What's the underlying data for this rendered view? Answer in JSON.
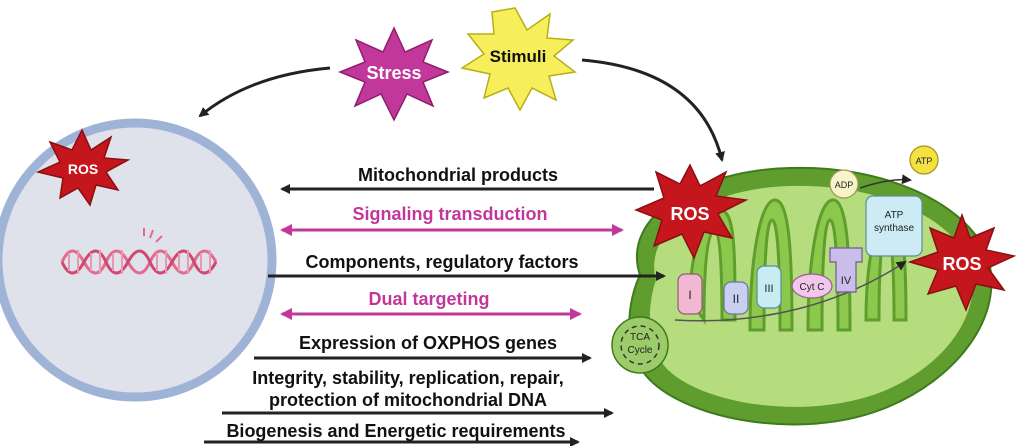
{
  "triggers": {
    "stress": "Stress",
    "stimuli": "Stimuli"
  },
  "ros_label": "ROS",
  "arrows": [
    {
      "text": "Mitochondrial products",
      "color": "#222222"
    },
    {
      "text": "Signaling transduction",
      "color": "#c2389a"
    },
    {
      "text": "Components, regulatory factors",
      "color": "#222222"
    },
    {
      "text": "Dual targeting",
      "color": "#c2389a"
    },
    {
      "text": "Expression of OXPHOS genes",
      "color": "#222222"
    },
    {
      "text": "Integrity, stability, replication, repair,",
      "color": "#222222"
    },
    {
      "text": "protection of mitochondrial DNA",
      "color": "#222222"
    },
    {
      "text": "Biogenesis and Energetic requirements",
      "color": "#222222"
    }
  ],
  "mito": {
    "complexes": [
      "I",
      "II",
      "III",
      "Cyt C",
      "IV"
    ],
    "atp_synthase": [
      "ATP",
      "synthase"
    ],
    "adp": "ADP",
    "atp": "ATP",
    "tca": [
      "TCA",
      "Cycle"
    ]
  },
  "colors": {
    "stress": "#c2389a",
    "stimuli": "#f6ee5a",
    "ros": "#c4161c",
    "nucleus_border": "#9fb3d6",
    "nucleus_fill": "#dfe2ea",
    "dna": "#e26a8c",
    "mito_outer": "#5e9d2e",
    "mito_inner": "#8cc84b",
    "pink": "#c2389a"
  }
}
